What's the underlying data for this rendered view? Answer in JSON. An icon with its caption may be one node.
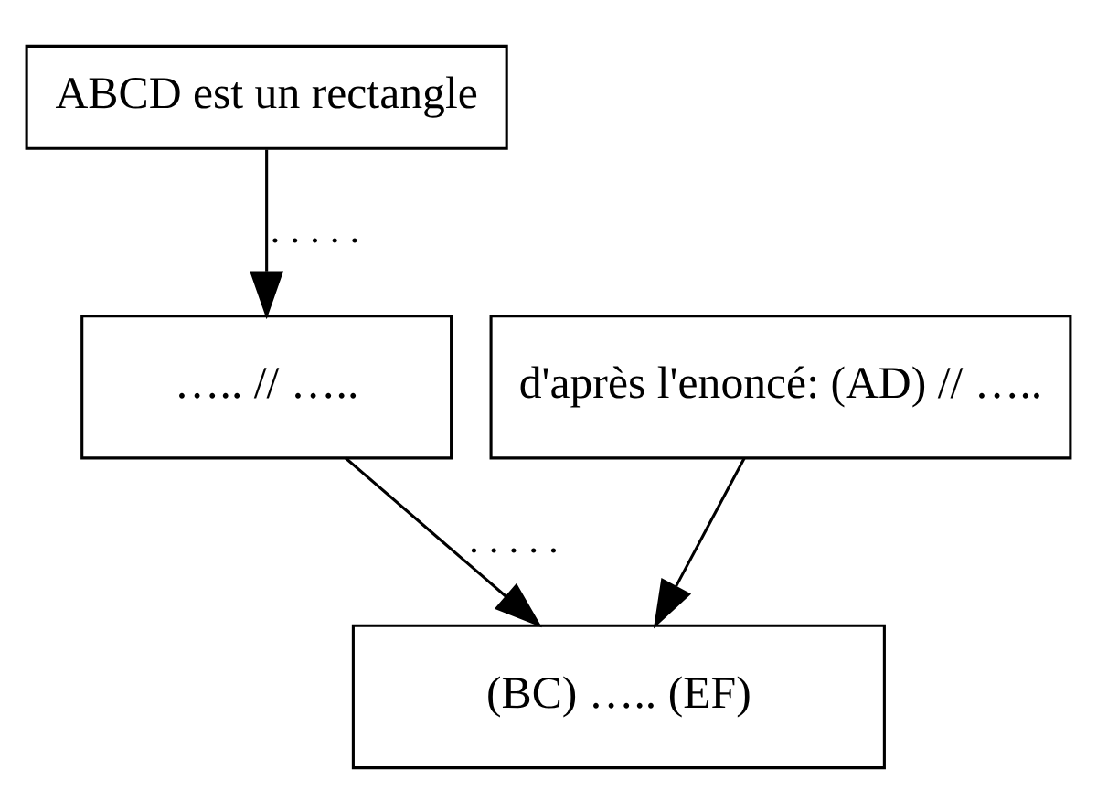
{
  "diagram": {
    "nodes": [
      {
        "text": [
          "ABCD est un rectangle"
        ]
      },
      {
        "text": [
          "….. // ….."
        ]
      },
      {
        "text": [
          "d'après l'enoncé: (AD) // ….."
        ]
      },
      {
        "text": [
          "(BC) ….. (EF)"
        ]
      }
    ],
    "edges": [
      {
        "from": 0,
        "to": 1,
        "arrow": "to",
        "label": ". . . . ."
      },
      {
        "from": 1,
        "to": 3,
        "arrow": "to",
        "label": ". . . . ."
      },
      {
        "from": 2,
        "to": 3,
        "arrow": "to"
      }
    ]
  }
}
